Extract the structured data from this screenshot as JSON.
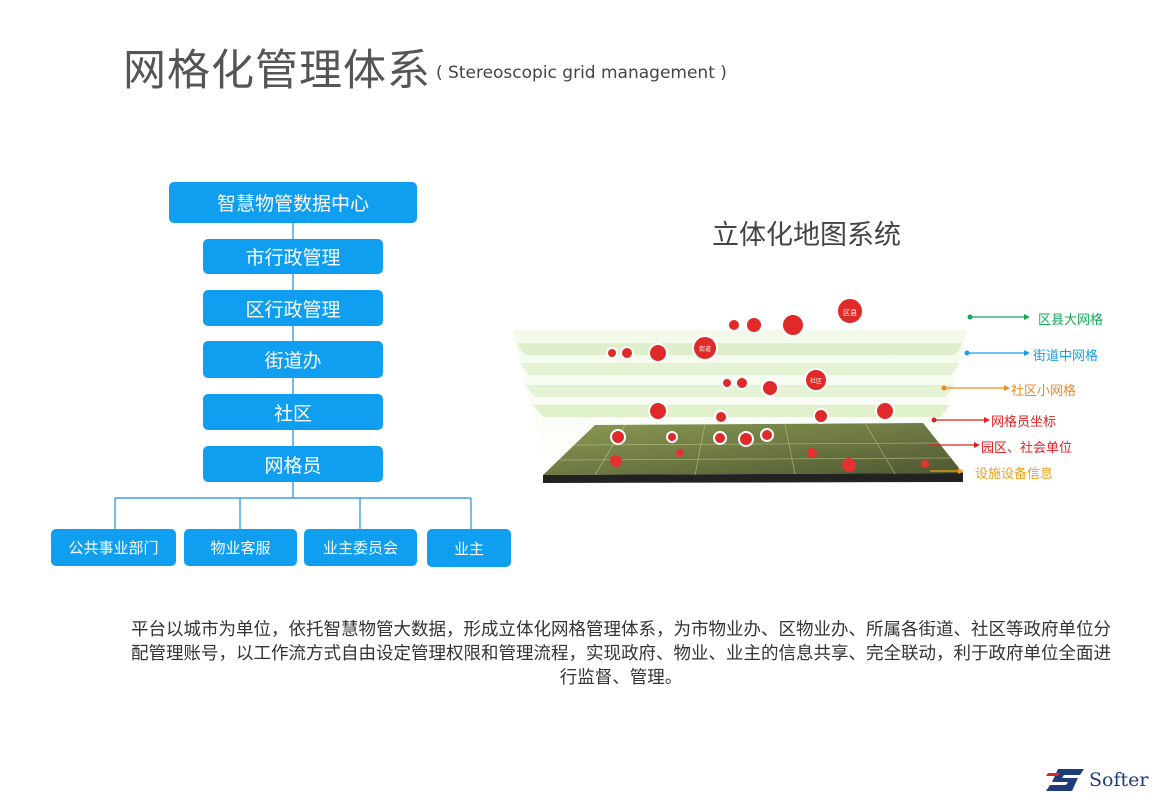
{
  "title": "网格化管理体系",
  "subtitle": "( Stereoscopic grid management )",
  "org_chart": {
    "root": "智慧物管数据中心",
    "levels": [
      "市行政管理",
      "区行政管理",
      "街道办",
      "社区",
      "网格员"
    ],
    "leaves": [
      "公共事业部门",
      "物业客服",
      "业主委员会",
      "业主"
    ]
  },
  "map": {
    "title": "立体化地图系统",
    "layers": [
      {
        "label": "区县大网格",
        "color": "#14a85a"
      },
      {
        "label": "街道中网格",
        "color": "#1aa0e0"
      },
      {
        "label": "社区小网格",
        "color": "#f08a1c"
      },
      {
        "label": "网格员坐标",
        "color": "#e02020"
      },
      {
        "label": "园区、社会单位",
        "color": "#e02020"
      },
      {
        "label": "设施设备信息",
        "color": "#f0a010"
      }
    ],
    "pins": [
      "区县",
      "街道",
      "社区"
    ]
  },
  "description": "平台以城市为单位，依托智慧物管大数据，形成立体化网格管理体系，为市物业办、区物业办、所属各街道、社区等政府单位分配管理账号，以工作流方式自由设定管理权限和管理流程，实现政府、物业、业主的信息共享、完全联动，利于政府单位全面进行监督、管理。",
  "brand": "Softer"
}
